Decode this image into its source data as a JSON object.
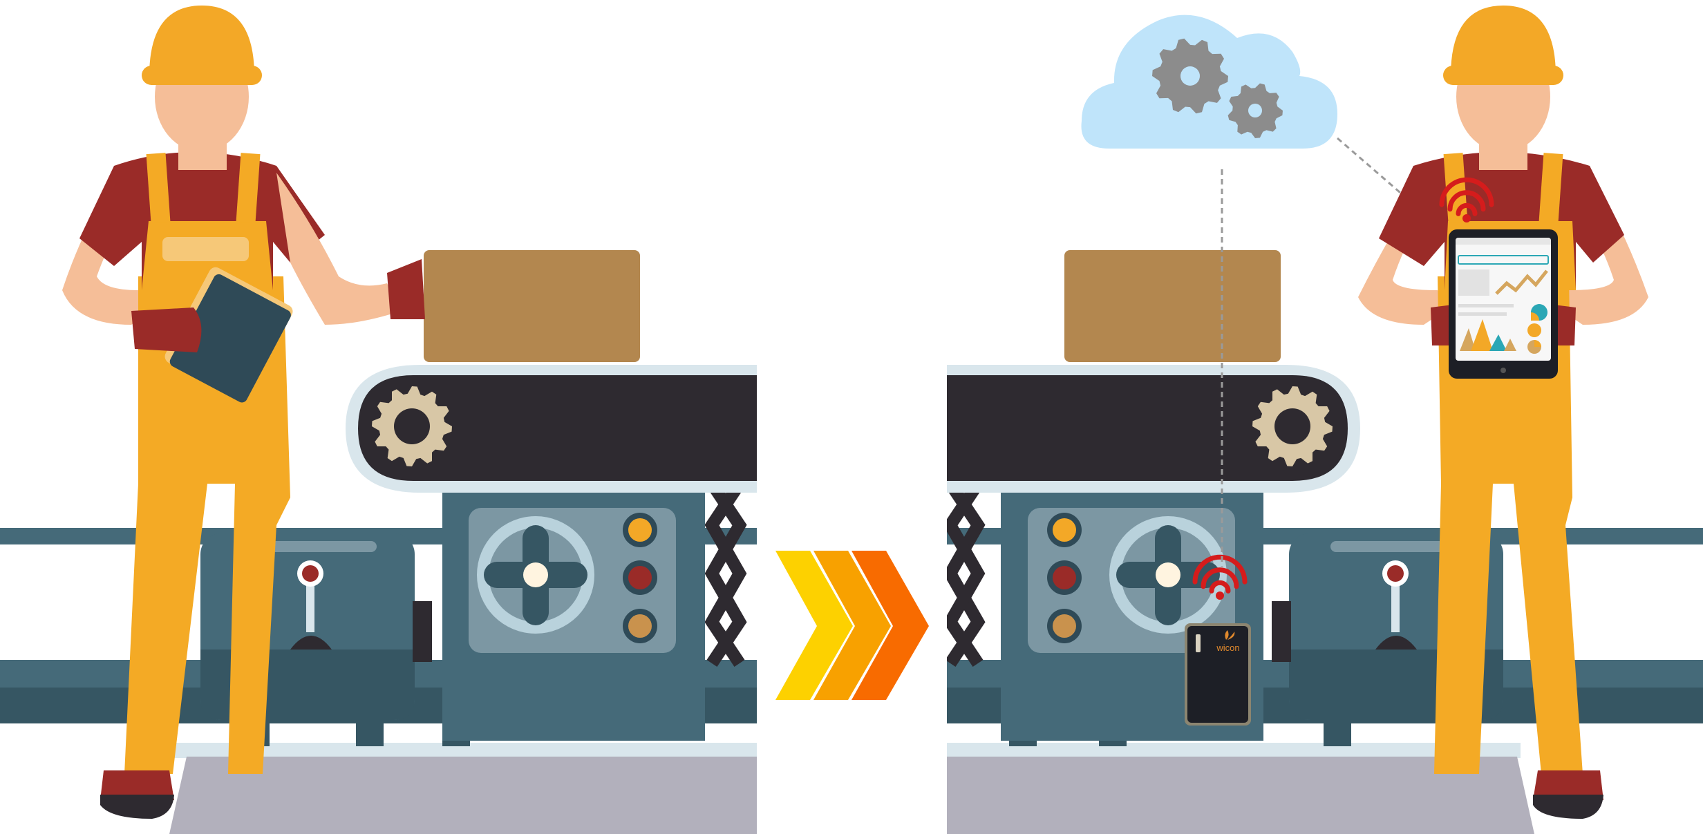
{
  "colors": {
    "helmet": "#F3A827",
    "overalls": "#F4AA25",
    "shirt": "#9A2B28",
    "skin": "#F5BE98",
    "glove": "#9A2B28",
    "boot": "#2E2A30",
    "belt_frame": "#D9E6EC",
    "belt": "#2E2A30",
    "gear": "#D8C7A6",
    "machine": "#456A79",
    "machine_panel": "#7C97A3",
    "machine_dark": "#365663",
    "box": "#B3874F",
    "floor": "#B2B0BC",
    "cloud": "#BFE4FA",
    "cloud_gear": "#8C8C8C",
    "wifi": "#D51C1C",
    "arrow_yellow": "#FDD100",
    "arrow_orange": "#F8A100",
    "arrow_red": "#F86B00",
    "device": "#1D1F26",
    "device_accent": "#E0892D"
  },
  "scene": {
    "left_panel": {
      "worker": {
        "holding": "clipboard-icon"
      },
      "machine": {
        "buttons": [
          "amber",
          "red",
          "tan"
        ]
      }
    },
    "transition": {
      "icon": "chevron-arrows-icon",
      "count": 3
    },
    "right_panel": {
      "cloud": {
        "icon": "cloud-gears-icon"
      },
      "device": {
        "brand": "wicon",
        "icon": "wifi-icon"
      },
      "worker": {
        "holding": "tablet-dashboard-icon",
        "icon": "wifi-icon"
      },
      "machine": {
        "buttons": [
          "amber",
          "red",
          "tan"
        ]
      }
    }
  }
}
